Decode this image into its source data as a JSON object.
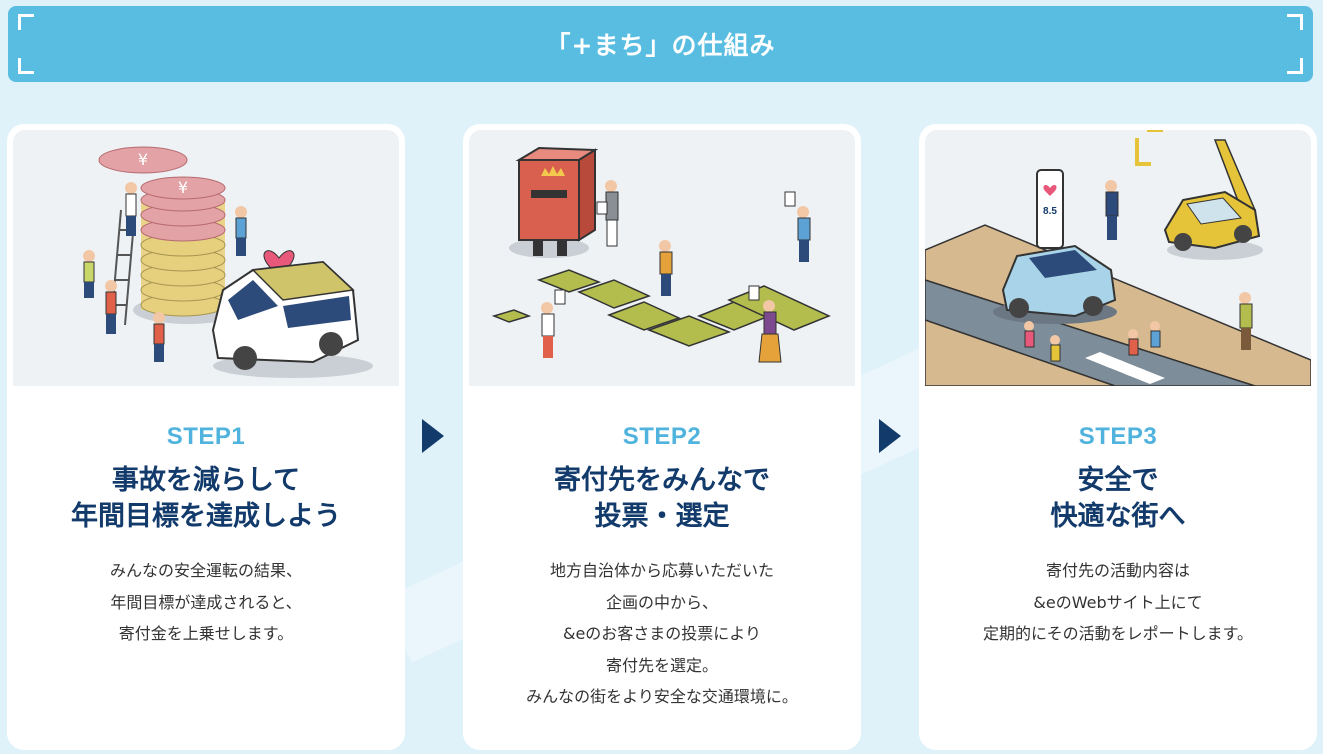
{
  "header": {
    "title": "「+まち」の仕組み"
  },
  "steps": [
    {
      "step": "STEP1",
      "heading_line1": "事故を減らして",
      "heading_line2": "年間目標を達成しよう",
      "desc": [
        "みんなの安全運転の結果、",
        "年間目標が達成されると、",
        "寄付金を上乗せします。"
      ],
      "illustration": "coins-and-car-illustration"
    },
    {
      "step": "STEP2",
      "heading_line1": "寄付先をみんなで",
      "heading_line2": "投票・選定",
      "desc": [
        "地方自治体から応募いただいた",
        "企画の中から、",
        "&eのお客さまの投票により",
        "寄付先を選定。",
        "みんなの街をより安全な交通環境に。"
      ],
      "illustration": "ballot-box-voting-illustration"
    },
    {
      "step": "STEP3",
      "heading_line1": "安全で",
      "heading_line2": "快適な街へ",
      "desc": [
        "寄付先の活動内容は",
        "&eのWebサイト上にて",
        "定期的にその活動をレポートします。"
      ],
      "illustration": "safe-street-crosswalk-illustration",
      "sign_value": "8.5"
    }
  ],
  "colors": {
    "banner": "#59bde1",
    "step_label": "#4fb3dd",
    "heading": "#123a6b",
    "arrow": "#123a6b",
    "background": "#dff1f9"
  },
  "icons": {
    "arrow": "chevron-right-icon"
  }
}
